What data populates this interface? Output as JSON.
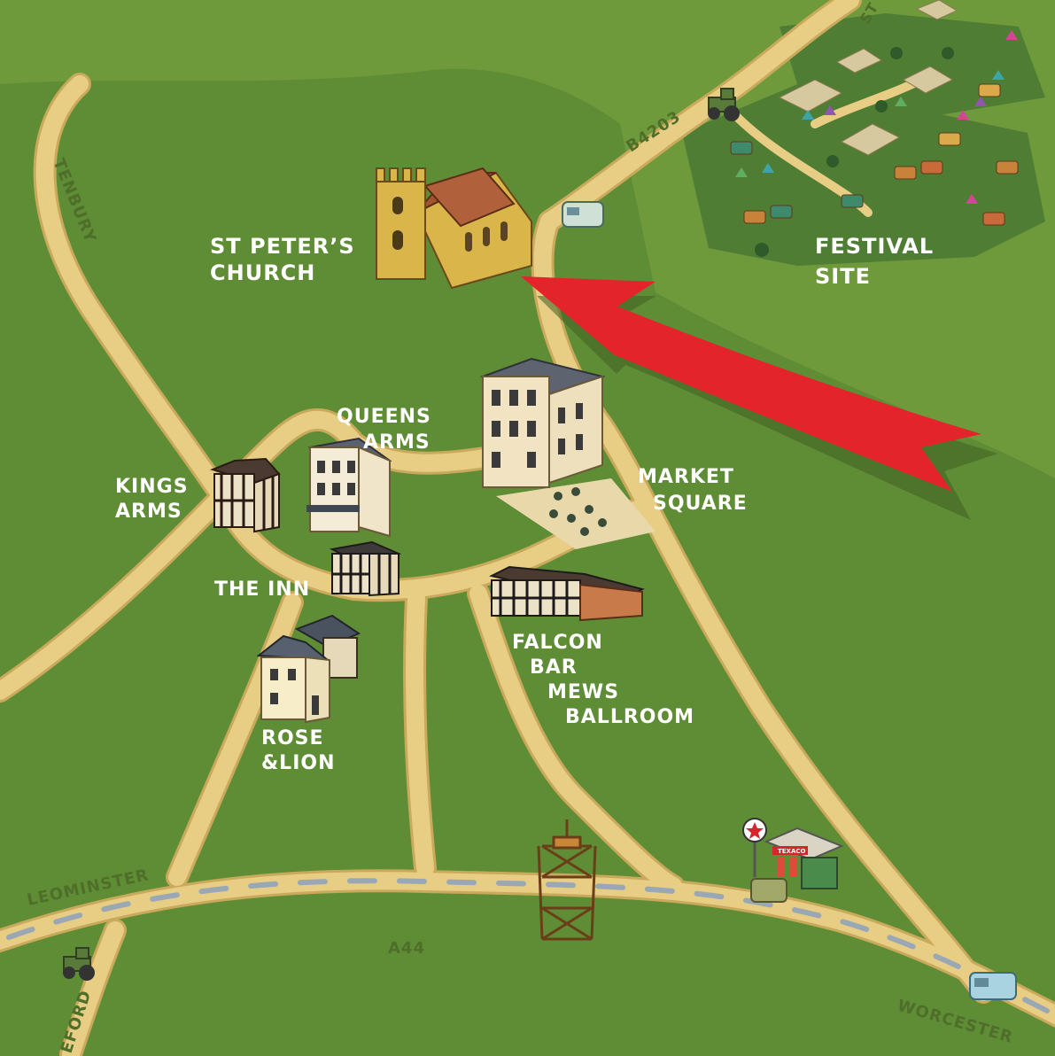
{
  "map": {
    "colors": {
      "field": "#6f9a3c",
      "meadow": "#5f8d35",
      "festival_field": "#4f7d34",
      "road": "#e8cd84",
      "road_edge": "#c9a95c",
      "label": "#ffffff",
      "road_label": "#4e6e2a",
      "arrow": "#e3242b",
      "arrow_shadow": "#3f5e22"
    },
    "places": {
      "church": [
        "ST PETER’S",
        "CHURCH"
      ],
      "festival": [
        "FESTIVAL",
        "SITE"
      ],
      "queens": [
        "QUEENS",
        "ARMS"
      ],
      "kings": [
        "KINGS",
        "ARMS"
      ],
      "market": [
        "MARKET",
        "SQUARE"
      ],
      "inn": "THE INN",
      "falcon": [
        "FALCON",
        "BAR",
        "MEWS",
        "BALLROOM"
      ],
      "rose": [
        "ROSE",
        "&LION"
      ]
    },
    "roads": {
      "b4203": "B4203",
      "tenbury": "TENBURY",
      "leominster": "LEOMINSTER",
      "a44": "A44",
      "worcester": "WORCESTER",
      "bromyard_partial": "EFORD",
      "stourport_partial": "ST"
    },
    "arrow": {
      "points_to": "St Peter’s Church",
      "color": "red"
    },
    "icons": [
      "church-icon",
      "festival-tents-icon",
      "queens-arms-building-icon",
      "kings-arms-building-icon",
      "market-square-building-icon",
      "the-inn-building-icon",
      "falcon-building-icon",
      "rose-lion-building-icon",
      "texaco-station-icon",
      "pump-tower-icon",
      "tractor-icon",
      "camper-van-icon"
    ],
    "station_sign": "TEXACO"
  }
}
